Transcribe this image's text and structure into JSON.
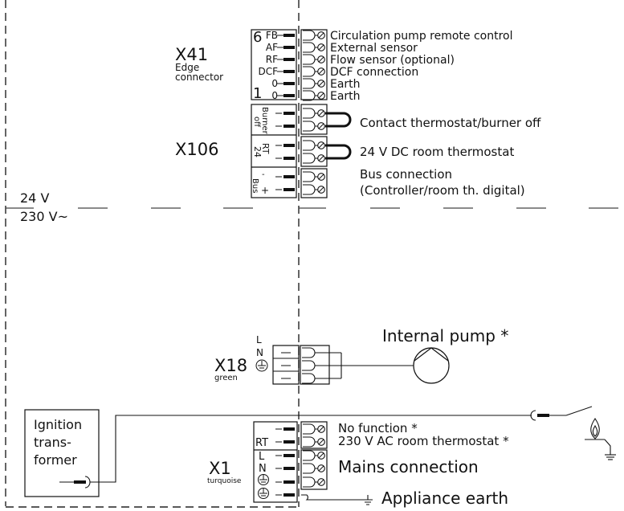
{
  "zones": {
    "low_voltage_label": "24 V",
    "mains_voltage_label": "230 V~"
  },
  "x41": {
    "name": "X41",
    "subtitle_line1": "Edge",
    "subtitle_line2": "connector",
    "pin_top_number": "6",
    "pin_bottom_number": "1",
    "pins": [
      {
        "code": "FB",
        "description": "Circulation pump remote control"
      },
      {
        "code": "AF",
        "description": "External sensor"
      },
      {
        "code": "RF",
        "description": "Flow sensor (optional)"
      },
      {
        "code": "DCF",
        "description": "DCF connection"
      },
      {
        "code": "0",
        "description": "Earth"
      },
      {
        "code": "0",
        "description": "Earth"
      }
    ]
  },
  "x106": {
    "name": "X106",
    "groups": [
      {
        "label_line1": "Burner",
        "label_line2": "off",
        "description": "Contact thermostat/burner off"
      },
      {
        "label_line1": "RT",
        "label_line2": "24",
        "description": "24 V DC room thermostat"
      },
      {
        "label_line1": "Bus",
        "minus": "-",
        "plus": "+",
        "description_line1": "Bus connection",
        "description_line2": "(Controller/room th. digital)"
      }
    ]
  },
  "x18": {
    "name": "X18",
    "color_label": "green",
    "pins": [
      "L",
      "N",
      "earth"
    ],
    "pump_label": "Internal pump *"
  },
  "ignition": {
    "line1": "Ignition",
    "line2": "trans-",
    "line3": "former"
  },
  "x1": {
    "name": "X1",
    "color_label": "turquoise",
    "rt_label": "RT",
    "l_label": "L",
    "n_label": "N",
    "no_function": "No function *",
    "room_thermostat": "230 V AC room thermostat *",
    "mains": "Mains connection",
    "appliance_earth": "Appliance earth"
  }
}
